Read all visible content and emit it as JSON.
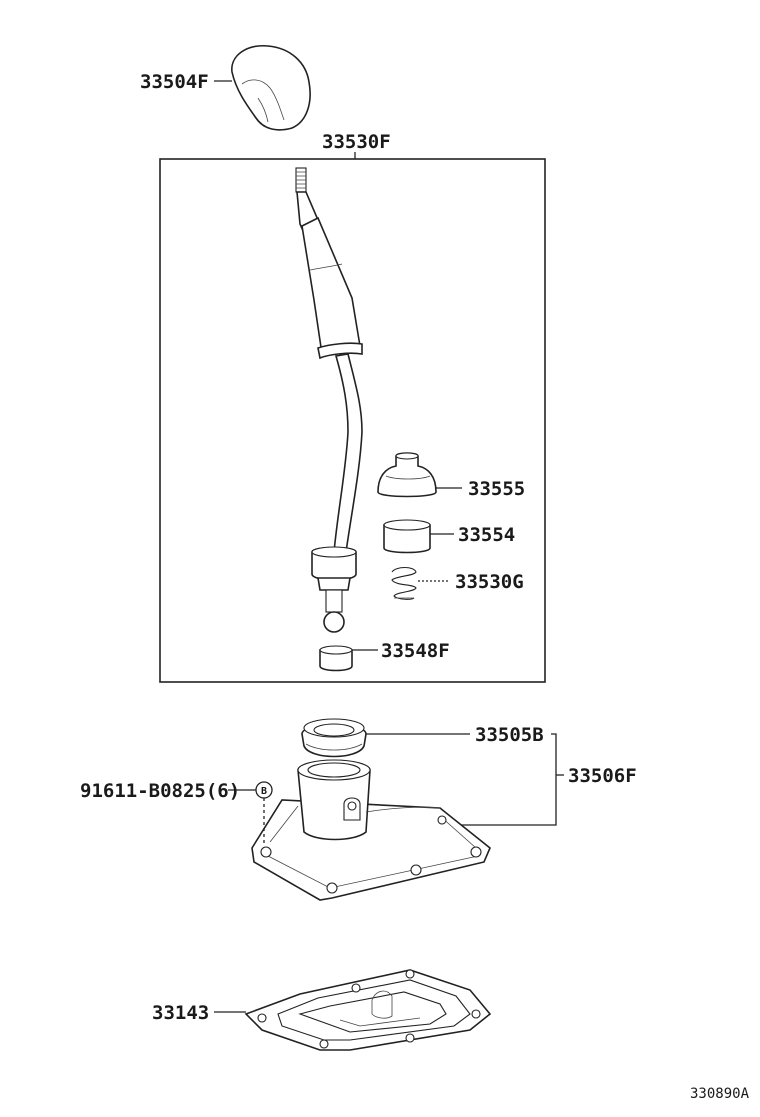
{
  "diagram": {
    "parts": {
      "knob": "33504F",
      "lever_assy": "33530F",
      "boot": "33555",
      "bushing": "33554",
      "spring": "33530G",
      "seat": "33548F",
      "retainer": "33505B",
      "housing_assy": "33506F",
      "bolt": "91611-B0825(6)",
      "bolt_marker": "B",
      "cover": "33143"
    },
    "figure_id": "330890A"
  }
}
